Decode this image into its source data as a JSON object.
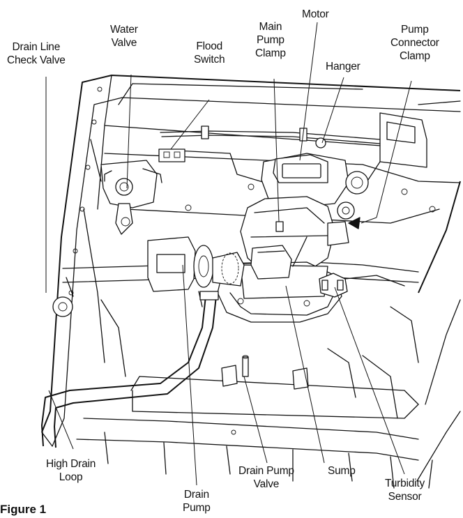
{
  "figure": {
    "caption": "Figure 1"
  },
  "labels": {
    "drain_line_check_valve": [
      "Drain Line",
      "Check Valve"
    ],
    "water_valve": [
      "Water",
      "Valve"
    ],
    "flood_switch": [
      "Flood",
      "Switch"
    ],
    "main_pump_clamp": [
      "Main",
      "Pump",
      "Clamp"
    ],
    "motor": [
      "Motor"
    ],
    "hanger": [
      "Hanger"
    ],
    "pump_connector_clamp": [
      "Pump",
      "Connector",
      "Clamp"
    ],
    "high_drain_loop": [
      "High Drain",
      "Loop"
    ],
    "drain_pump": [
      "Drain",
      "Pump"
    ],
    "drain_pump_valve": [
      "Drain Pump",
      "Valve"
    ],
    "sump": [
      "Sump"
    ],
    "turbidity_sensor": [
      "Turbidity",
      "Sensor"
    ]
  }
}
